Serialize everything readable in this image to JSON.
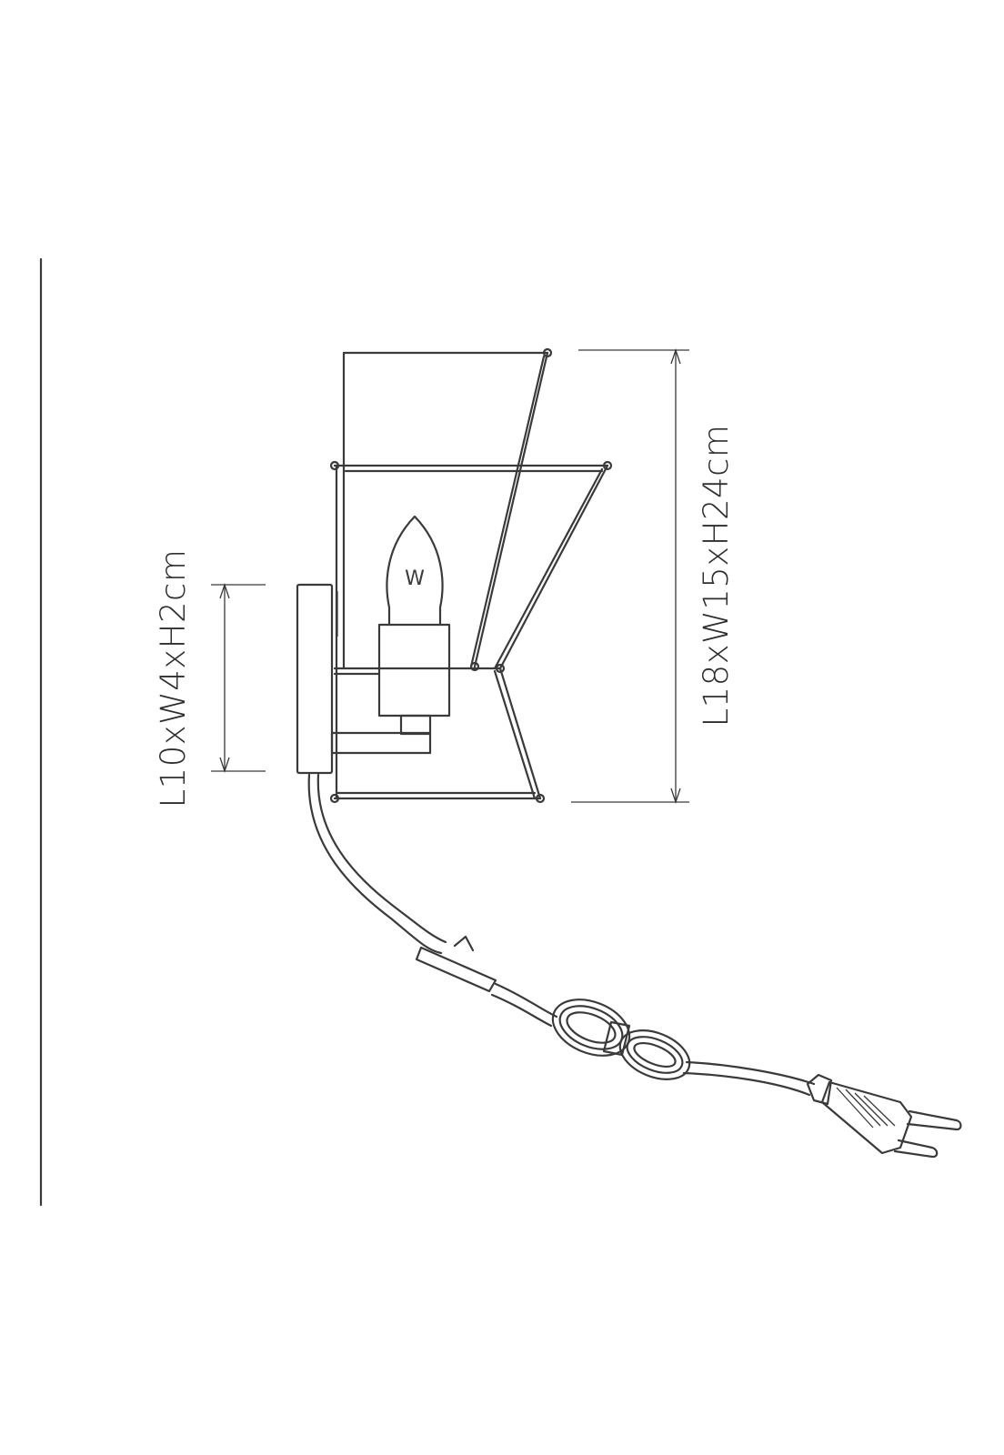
{
  "diagram": {
    "base_dimension_label": "L10xW4xH2cm",
    "overall_dimension_label": "L18xW15xH24cm",
    "bulb_symbol": "W"
  }
}
